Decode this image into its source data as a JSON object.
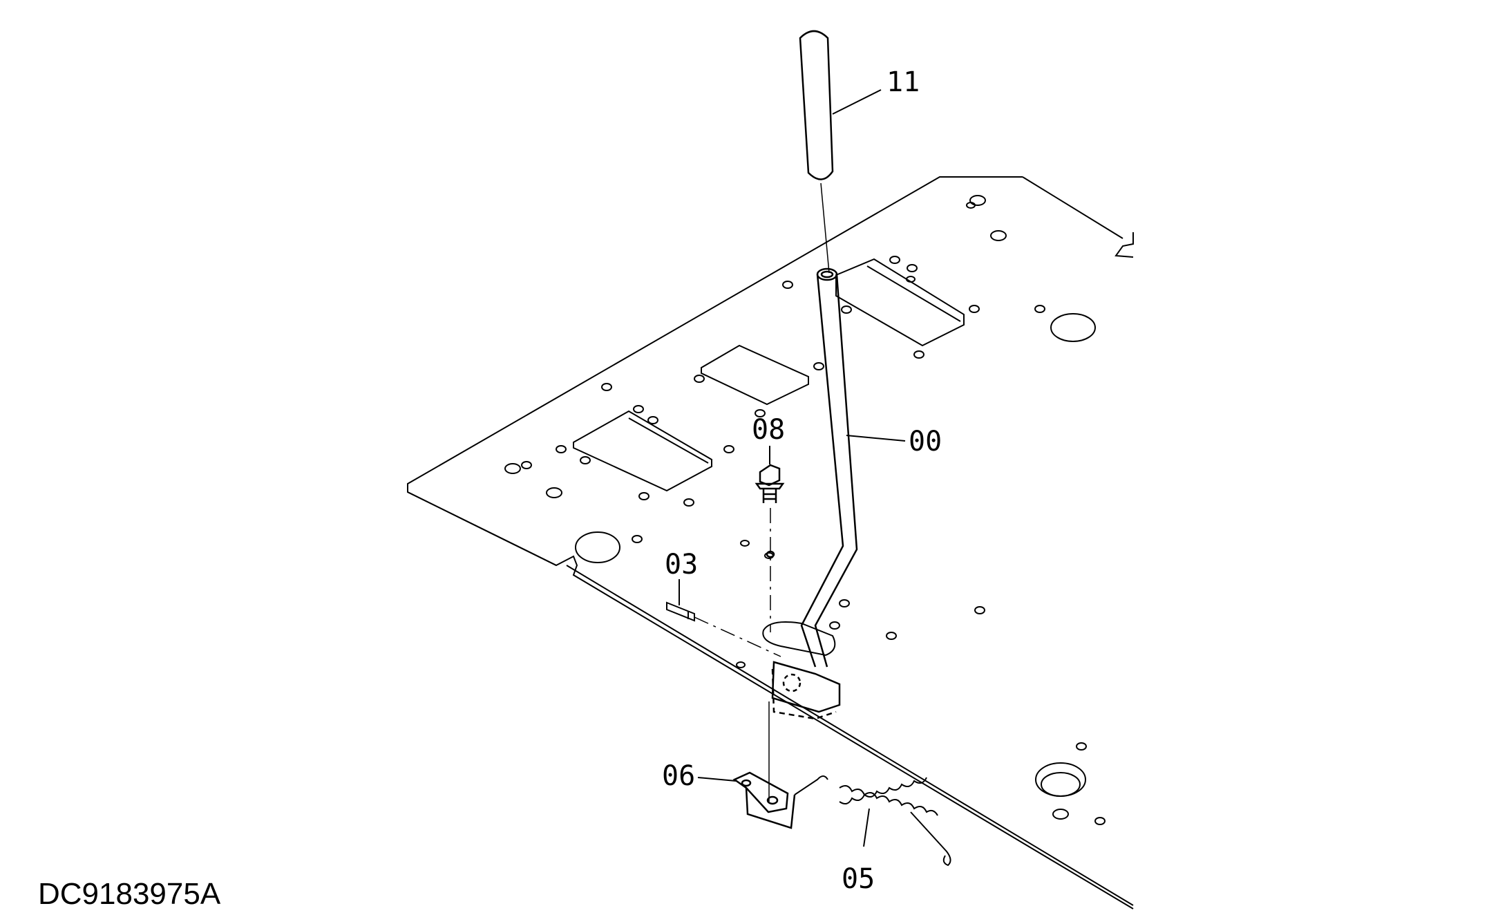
{
  "drawing_id": "DC9183975A",
  "callouts": {
    "grip": "11",
    "lever": "00",
    "bolt": "08",
    "pin": "03",
    "bracket": "06",
    "spring": "05"
  },
  "colors": {
    "line": "#000000",
    "background": "#ffffff"
  }
}
